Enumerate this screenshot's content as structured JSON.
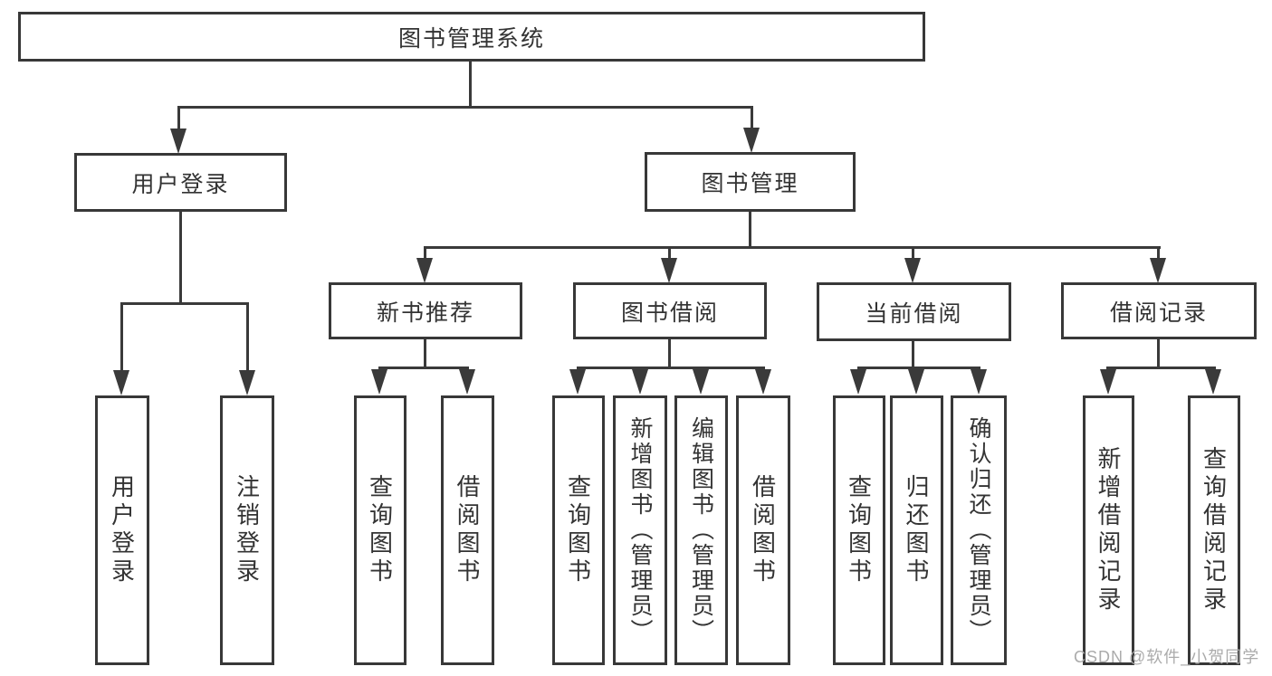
{
  "tree": {
    "root": "图书管理系统",
    "children": [
      {
        "label": "用户登录",
        "leaves": [
          "用户登录",
          "注销登录"
        ]
      },
      {
        "label": "图书管理",
        "groups": [
          {
            "label": "新书推荐",
            "leaves": [
              "查询图书",
              "借阅图书"
            ]
          },
          {
            "label": "图书借阅",
            "leaves": [
              "查询图书",
              "新增图书（管理员）",
              "编辑图书（管理员）",
              "借阅图书"
            ]
          },
          {
            "label": "当前借阅",
            "leaves": [
              "查询图书",
              "归还图书",
              "确认归还（管理员）"
            ]
          },
          {
            "label": "借阅记录",
            "leaves": [
              "新增借阅记录",
              "查询借阅记录"
            ]
          }
        ]
      }
    ]
  },
  "watermark": {
    "text": "CSDN @软件_小贺同学"
  },
  "colors": {
    "line": "#3a3a3a",
    "box_border": "#383838",
    "text": "#333333",
    "background": "#ffffff",
    "watermark": "#ababab"
  }
}
